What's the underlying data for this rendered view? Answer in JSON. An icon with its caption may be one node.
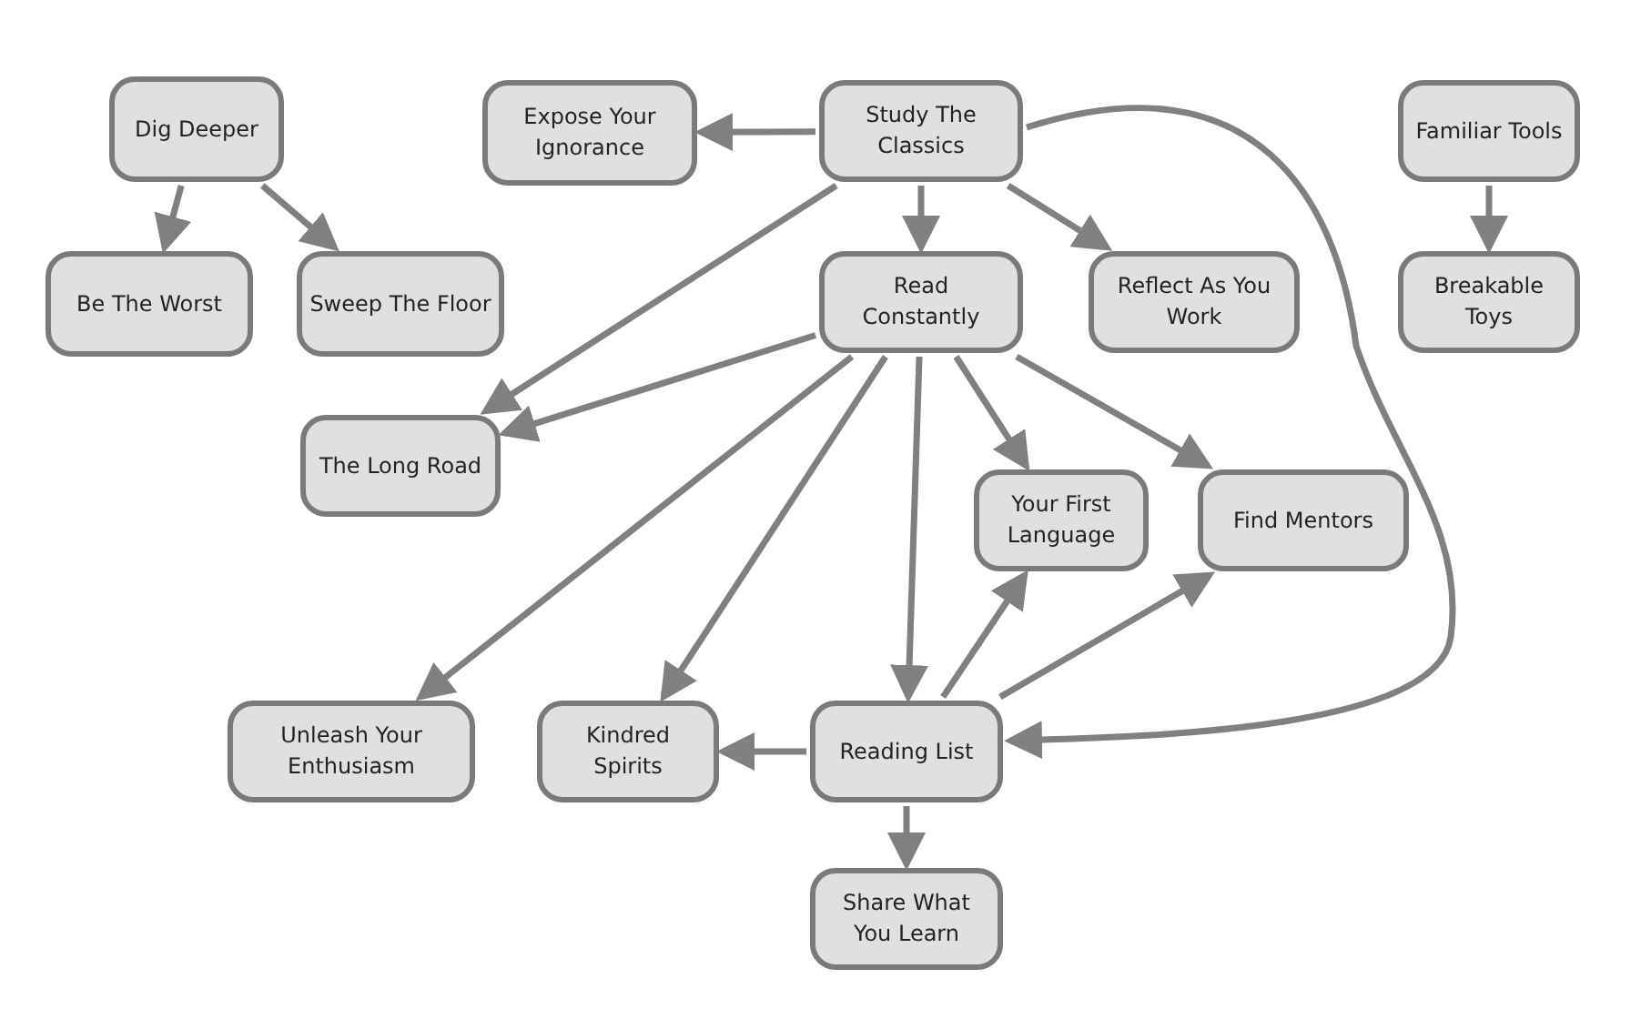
{
  "diagram": {
    "nodes": [
      {
        "text": [
          "Dig Deeper"
        ]
      },
      {
        "text": [
          "Be The Worst"
        ]
      },
      {
        "text": [
          "Sweep The Floor"
        ]
      },
      {
        "text": [
          "Expose Your Ignorance"
        ]
      },
      {
        "text": [
          "Study The Classics"
        ]
      },
      {
        "text": [
          "Familiar Tools"
        ]
      },
      {
        "text": [
          "Read Constantly"
        ]
      },
      {
        "text": [
          "Reflect As You Work"
        ]
      },
      {
        "text": [
          "Breakable Toys"
        ]
      },
      {
        "text": [
          "The Long Road"
        ]
      },
      {
        "text": [
          "Your First Language"
        ]
      },
      {
        "text": [
          "Find Mentors"
        ]
      },
      {
        "text": [
          "Unleash Your Enthusiasm"
        ]
      },
      {
        "text": [
          "Kindred Spirits"
        ]
      },
      {
        "text": [
          "Reading List"
        ]
      },
      {
        "text": [
          "Share What You Learn"
        ]
      }
    ],
    "edges": [
      {
        "from": 0,
        "to": 1,
        "arrow": "to"
      },
      {
        "from": 0,
        "to": 2,
        "arrow": "to"
      },
      {
        "from": 4,
        "to": 3,
        "arrow": "to"
      },
      {
        "from": 4,
        "to": 6,
        "arrow": "to"
      },
      {
        "from": 4,
        "to": 7,
        "arrow": "to"
      },
      {
        "from": 4,
        "to": 9,
        "arrow": "to"
      },
      {
        "from": 4,
        "to": 14,
        "arrow": "to"
      },
      {
        "from": 5,
        "to": 8,
        "arrow": "to"
      },
      {
        "from": 6,
        "to": 9,
        "arrow": "to"
      },
      {
        "from": 6,
        "to": 10,
        "arrow": "to"
      },
      {
        "from": 6,
        "to": 11,
        "arrow": "to"
      },
      {
        "from": 6,
        "to": 12,
        "arrow": "to"
      },
      {
        "from": 6,
        "to": 13,
        "arrow": "to"
      },
      {
        "from": 6,
        "to": 14,
        "arrow": "to"
      },
      {
        "from": 14,
        "to": 10,
        "arrow": "to"
      },
      {
        "from": 14,
        "to": 11,
        "arrow": "to"
      },
      {
        "from": 14,
        "to": 13,
        "arrow": "to"
      },
      {
        "from": 14,
        "to": 15,
        "arrow": "to"
      }
    ]
  }
}
